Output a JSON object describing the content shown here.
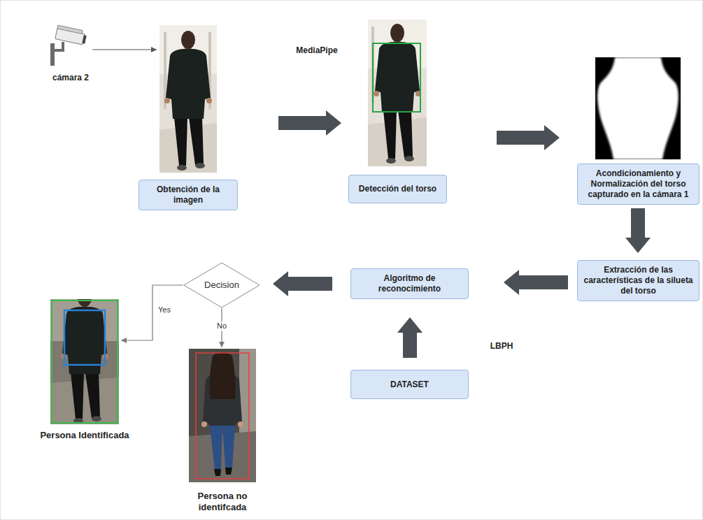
{
  "diagram": {
    "nodes": [
      {
        "text": [
          "Obtención de la imagen"
        ]
      },
      {
        "text": [
          "Detección del torso"
        ]
      },
      {
        "text": [
          "Acondicionamiento y Normalización del torso capturado en la cámara 1"
        ]
      },
      {
        "text": [
          "Extracción de las características de la silueta del torso"
        ]
      },
      {
        "text": [
          "Algoritmo de reconocimiento"
        ]
      },
      {
        "text": [
          "DATASET"
        ]
      },
      {
        "text": [
          "Decision"
        ]
      },
      {
        "text": [
          "Persona Identificada"
        ]
      },
      {
        "text": [
          "Persona no identifcada"
        ]
      }
    ],
    "edges": [
      {
        "from": 0,
        "to": 1,
        "arrow": "to"
      },
      {
        "from": 1,
        "to": 2,
        "arrow": "to"
      },
      {
        "from": 2,
        "to": 3,
        "arrow": "to"
      },
      {
        "from": 3,
        "to": 4,
        "arrow": "to"
      },
      {
        "from": 5,
        "to": 4,
        "arrow": "to"
      },
      {
        "from": 4,
        "to": 6,
        "arrow": "to"
      },
      {
        "from": 6,
        "to": 7,
        "label": "Yes",
        "arrow": "to"
      },
      {
        "from": 6,
        "to": 8,
        "label": "No",
        "arrow": "to"
      }
    ],
    "labels": [
      "cámara 2",
      "MediaPipe",
      "LBPH"
    ]
  }
}
